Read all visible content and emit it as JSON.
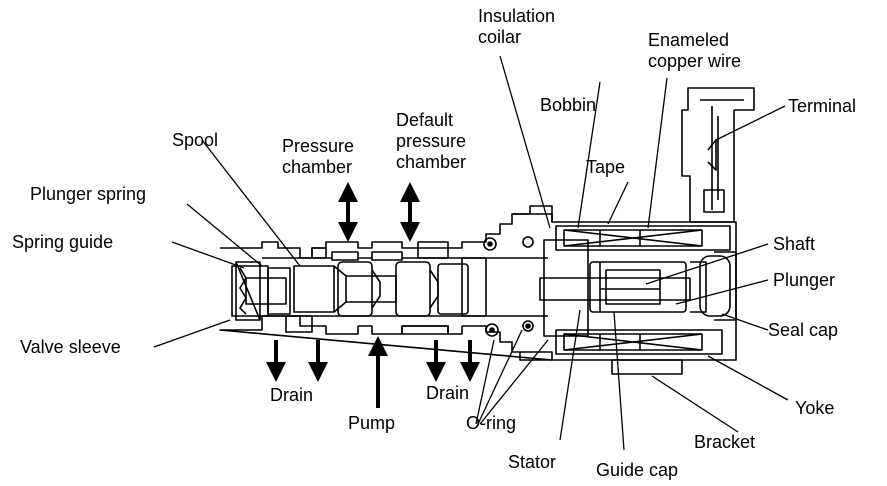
{
  "labels": {
    "insulation_coilar": "Insulation\ncoilar",
    "enameled_copper_wire": "Enameled\ncopper wire",
    "terminal": "Terminal",
    "bobbin": "Bobbin",
    "spool": "Spool",
    "pressure_chamber": "Pressure\nchamber",
    "default_pressure_chamber": "Default\npressure\nchamber",
    "tape": "Tape",
    "plunger_spring": "Plunger spring",
    "spring_guide": "Spring guide",
    "shaft": "Shaft",
    "plunger": "Plunger",
    "seal_cap": "Seal cap",
    "valve_sleeve": "Valve sleeve",
    "drain_left": "Drain",
    "drain_right": "Drain",
    "pump": "Pump",
    "o_ring": "O-ring",
    "yoke": "Yoke",
    "bracket": "Bracket",
    "stator": "Stator",
    "guide_cap": "Guide cap"
  },
  "colors": {
    "ink": "#000000",
    "background": "#ffffff"
  }
}
